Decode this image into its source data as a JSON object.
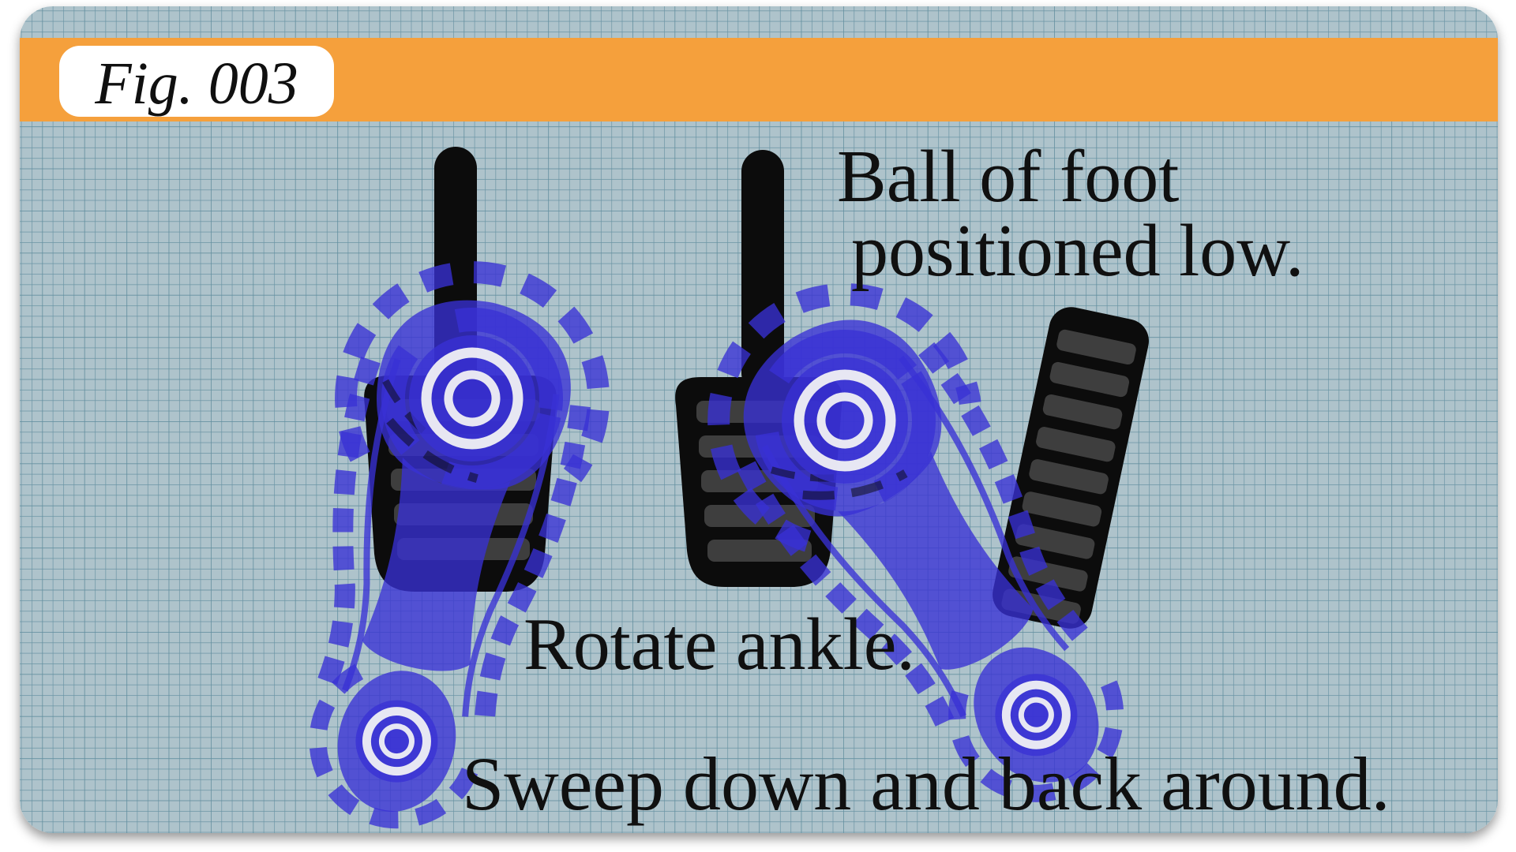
{
  "figure": {
    "label": "Fig. 003"
  },
  "annotations": {
    "ball_of_foot_line1": "Ball of foot",
    "ball_of_foot_line2": "positioned low.",
    "rotate_ankle": "Rotate ankle.",
    "sweep": "Sweep down and back around."
  },
  "colors": {
    "banner_orange": "#F5A03C",
    "fig_box_white": "#FFFFFF",
    "text_black": "#101010",
    "grid_base": "#AEC3CB",
    "grid_line": "#5E8C9E",
    "footprint_blue": "#3931D5",
    "target_ring_white": "#EEEEF4",
    "pedal_black": "#0C0C0C",
    "pedal_rib_gray": "#3E3E3E"
  }
}
